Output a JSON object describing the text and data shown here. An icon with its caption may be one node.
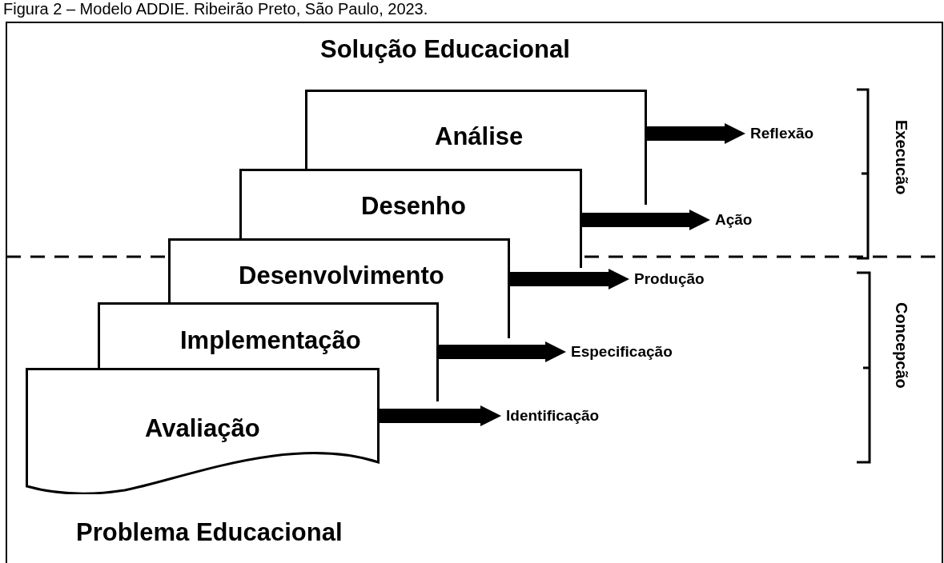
{
  "diagram": {
    "title": "Figura 2 – Modelo ADDIE. Ribeirão Preto, São Paulo, 2023.",
    "nodes": [
      {
        "text": [
          "Análise"
        ]
      },
      {
        "text": [
          "Desenho"
        ]
      },
      {
        "text": [
          "Desenvolvimento"
        ]
      },
      {
        "text": [
          "Implementação"
        ]
      },
      {
        "text": [
          "Avaliação"
        ]
      },
      {
        "text": [
          "Reflexão"
        ]
      },
      {
        "text": [
          "Ação"
        ]
      },
      {
        "text": [
          "Produção"
        ]
      },
      {
        "text": [
          "Especificação"
        ]
      },
      {
        "text": [
          "Identificação"
        ]
      }
    ],
    "edges": [
      {
        "from": 0,
        "to": 5,
        "arrow": "to"
      },
      {
        "from": 1,
        "to": 6,
        "arrow": "to"
      },
      {
        "from": 2,
        "to": 7,
        "arrow": "to"
      },
      {
        "from": 3,
        "to": 8,
        "arrow": "to"
      },
      {
        "from": 4,
        "to": 9,
        "arrow": "to"
      }
    ],
    "labels": [
      "Solução Educacional",
      "Execucão",
      "Concepcão",
      "Problema Educacional"
    ]
  }
}
